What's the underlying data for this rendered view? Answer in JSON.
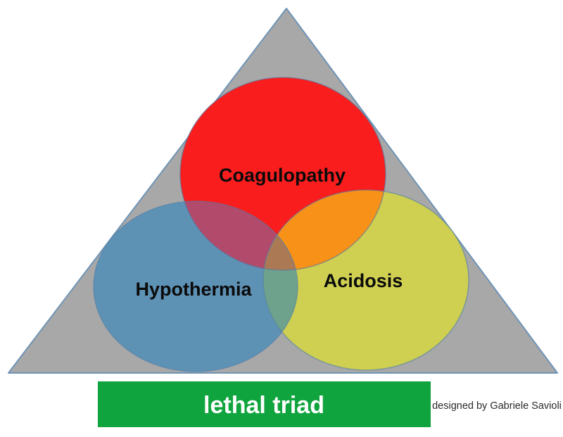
{
  "diagram": {
    "type": "venn-triad",
    "triangle": {
      "fill": "#a8a8a8",
      "stroke": "#6f94b5"
    },
    "circles": [
      {
        "id": "coagulopathy",
        "label": "Coagulopathy",
        "color": "#f91d1e"
      },
      {
        "id": "hypothermia",
        "label": "Hypothermia",
        "color": "#5e92b5"
      },
      {
        "id": "acidosis",
        "label": "Acidosis",
        "color": "#cfd051"
      }
    ],
    "overlaps": {
      "coagulopathy_hypothermia": "#b24a6b",
      "coagulopathy_acidosis": "#f89118",
      "hypothermia_acidosis": "#6fa28c",
      "center": "#ab7a55"
    },
    "banner": {
      "label": "lethal triad",
      "background": "#10a43e",
      "text_color": "#ffffff"
    },
    "credit": "designed by Gabriele Savioli"
  }
}
